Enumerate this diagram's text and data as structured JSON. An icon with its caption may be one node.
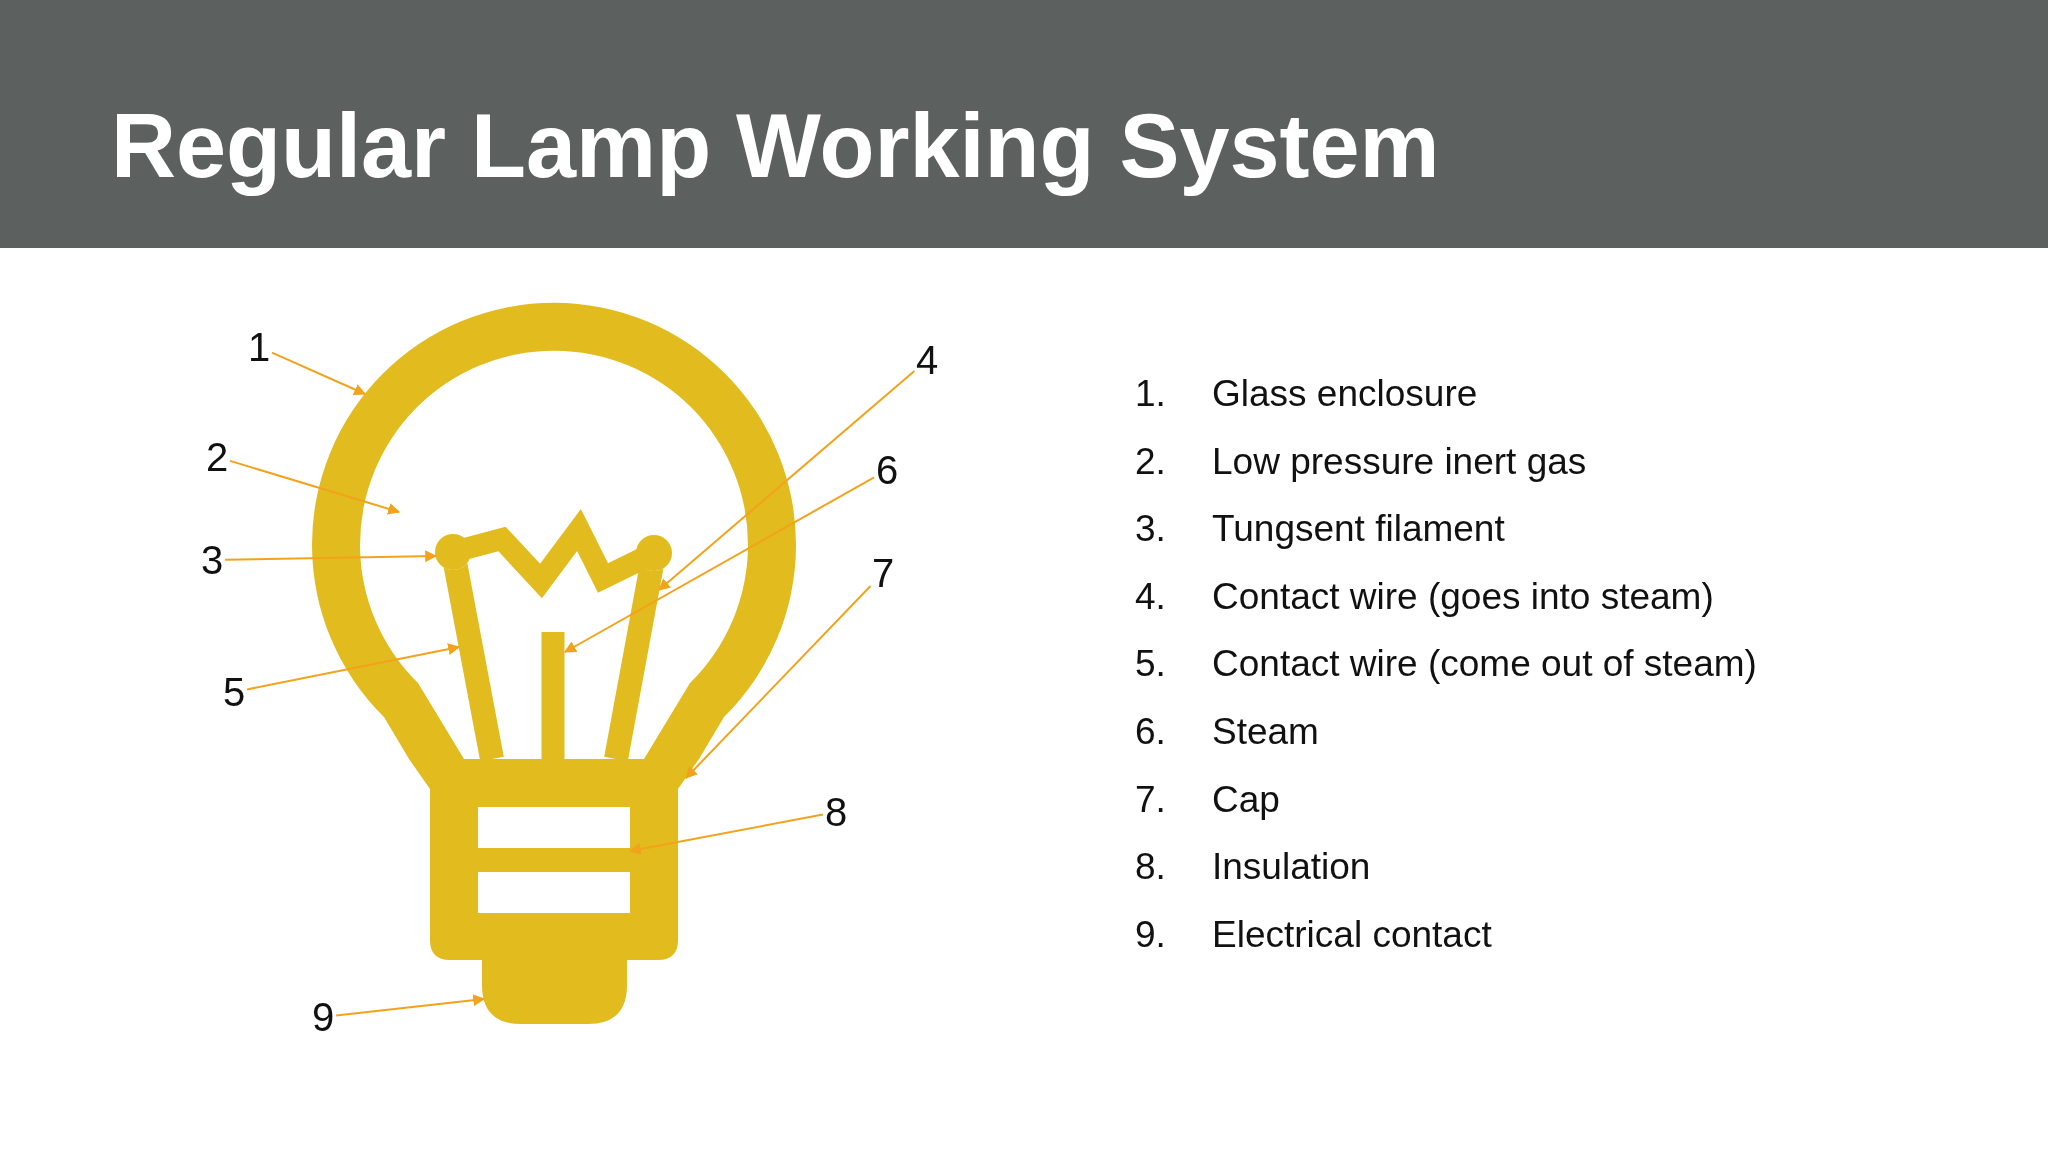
{
  "diagram": {
    "title": "Regular Lamp Working System",
    "nodes": [
      {
        "text": [
          "1"
        ]
      },
      {
        "text": [
          "2"
        ]
      },
      {
        "text": [
          "3"
        ]
      },
      {
        "text": [
          "4"
        ]
      },
      {
        "text": [
          "5"
        ]
      },
      {
        "text": [
          "6"
        ]
      },
      {
        "text": [
          "7"
        ]
      },
      {
        "text": [
          "8"
        ]
      },
      {
        "text": [
          "9"
        ]
      },
      {
        "text": [],
        "shape": "arc"
      },
      {
        "text": [],
        "shape": "zigzag"
      },
      {
        "text": [],
        "shape": "bar"
      },
      {
        "text": [],
        "shape": "bar"
      },
      {
        "text": [],
        "shape": "bar"
      },
      {
        "text": [],
        "shape": "box"
      },
      {
        "text": [],
        "shape": "bar",
        "in": 14
      },
      {
        "text": [],
        "shape": "box"
      }
    ],
    "edges": [
      {
        "from": 0,
        "to": 9,
        "arrow": "to"
      },
      {
        "from": 1,
        "to": 9,
        "arrow": "to"
      },
      {
        "from": 2,
        "to": 10,
        "arrow": "to"
      },
      {
        "from": 3,
        "to": 13,
        "arrow": "to"
      },
      {
        "from": 4,
        "to": 11,
        "arrow": "to"
      },
      {
        "from": 5,
        "to": 12,
        "arrow": "to"
      },
      {
        "from": 6,
        "to": 14,
        "arrow": "to"
      },
      {
        "from": 7,
        "to": 15,
        "arrow": "to"
      },
      {
        "from": 8,
        "to": 16,
        "arrow": "to"
      }
    ],
    "labels": [
      "1.",
      "Glass enclosure",
      "2.",
      "Low pressure inert gas",
      "3.",
      "Tungsent filament",
      "4.",
      "Contact wire (goes into steam)",
      "5.",
      "Contact wire (come out of steam)",
      "6.",
      "Steam",
      "7.",
      "Cap",
      "8.",
      "Insulation",
      "9.",
      "Electrical contact"
    ]
  }
}
